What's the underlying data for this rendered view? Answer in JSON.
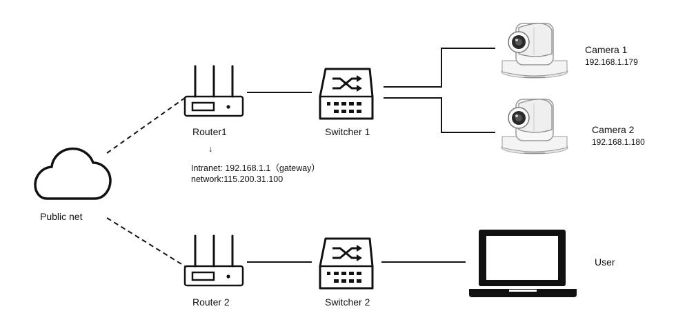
{
  "public_net": {
    "label": "Public net"
  },
  "router1": {
    "label": "Router1",
    "arrow": "↓",
    "intranet": "Intranet: 192.168.1.1（gateway）",
    "network": "network:115.200.31.100"
  },
  "router2": {
    "label": "Router 2"
  },
  "switcher1": {
    "label": "Switcher 1"
  },
  "switcher2": {
    "label": "Switcher 2"
  },
  "camera1": {
    "label": "Camera 1",
    "ip": "192.168.1.179"
  },
  "camera2": {
    "label": "Camera 2",
    "ip": "192.168.1.180"
  },
  "user": {
    "label": "User"
  }
}
